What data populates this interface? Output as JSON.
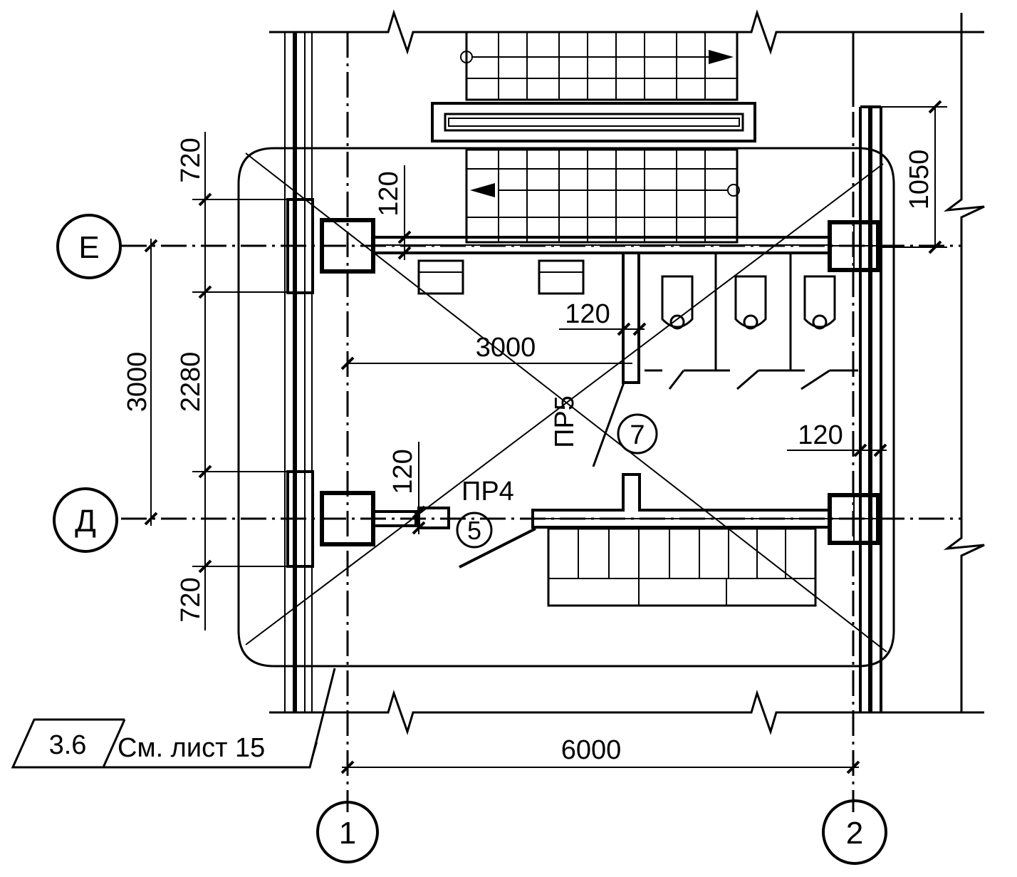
{
  "axes": {
    "row_e": "Е",
    "row_d": "Д",
    "col_1": "1",
    "col_2": "2"
  },
  "dimensions": {
    "top_720": "720",
    "bottom_720": "720",
    "span_3000_vertical": "3000",
    "span_2280": "2280",
    "wall_120_top": "120",
    "wall_120_mid": "120",
    "wall_120_right": "120",
    "wall_120_bottom": "120",
    "span_3000_horizontal": "3000",
    "dim_1050": "1050",
    "span_6000": "6000"
  },
  "openings": {
    "pr4": "ПР4",
    "pr5": "ПР5"
  },
  "markers": {
    "m5": "5",
    "m7": "7"
  },
  "reference": {
    "node": "3.6",
    "sheet": "См. лист 15"
  }
}
